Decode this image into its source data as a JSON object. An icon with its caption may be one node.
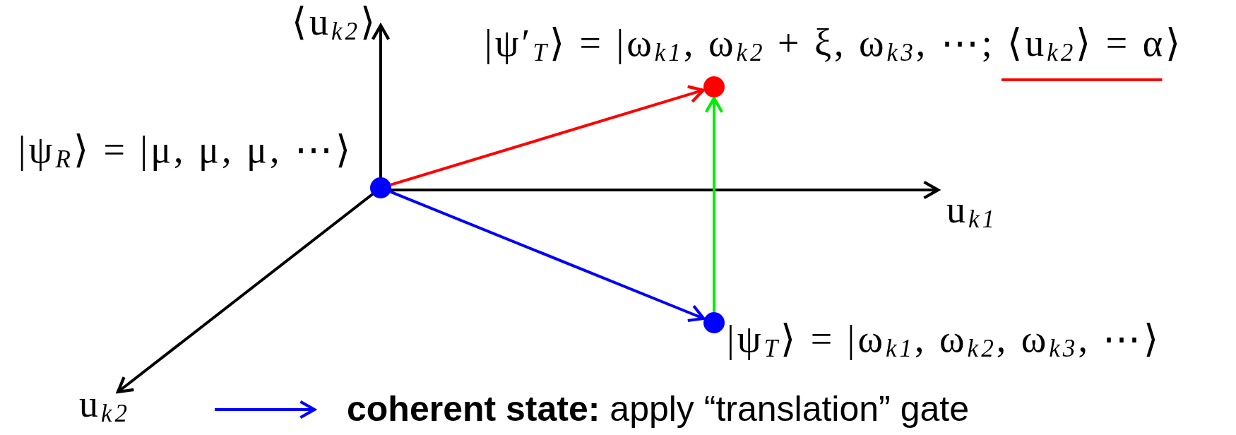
{
  "diagram": {
    "nodes": [
      {
        "text": [],
        "shape": "circle",
        "beside": [
          "|ψ′$_{T}$⟩ = |ω$_{k1}$, ω$_{k2}$ + ξ, ω$_{k3}$, ⋯; ⟨u$_{k2}$⟩ = α⟩"
        ]
      },
      {
        "text": [],
        "shape": "circle",
        "beside": [
          "|ψ$_{R}$⟩ = |μ, μ, μ, ⋯⟩"
        ]
      },
      {
        "text": [],
        "shape": "circle",
        "beside": [
          "|ψ$_{T}$⟩ = |ω$_{k1}$, ω$_{k2}$, ω$_{k3}$, ⋯⟩"
        ]
      }
    ],
    "edges": [
      {
        "from": 1,
        "to": 0,
        "arrow": "to",
        "color": "#ff0000"
      },
      {
        "from": 1,
        "to": 2,
        "arrow": "to",
        "color": "#0000ff"
      },
      {
        "from": 2,
        "to": 0,
        "arrow": "to",
        "color": "#00ee00"
      }
    ],
    "labels": [
      "⟨u$_{k2}$⟩",
      "u$_{k1}$",
      "u$_{k2}$"
    ],
    "legend": [
      {
        "text": "**coherent state:** apply “translation” gate"
      }
    ]
  }
}
